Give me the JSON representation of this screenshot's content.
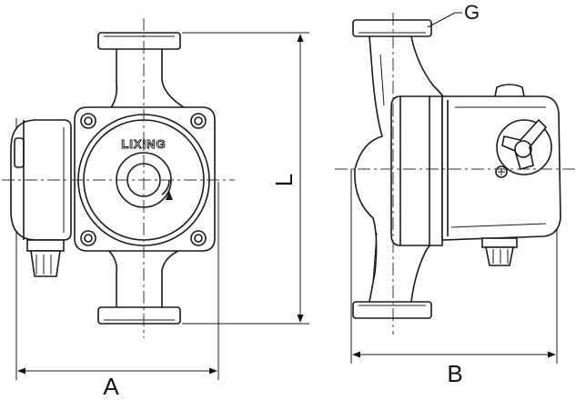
{
  "brand_label": "LIXING",
  "dimension_labels": {
    "width_front": "A",
    "width_side": "B",
    "length": "L",
    "thread": "G"
  },
  "colors": {
    "line": "#1a1a1a",
    "background": "#ffffff"
  }
}
